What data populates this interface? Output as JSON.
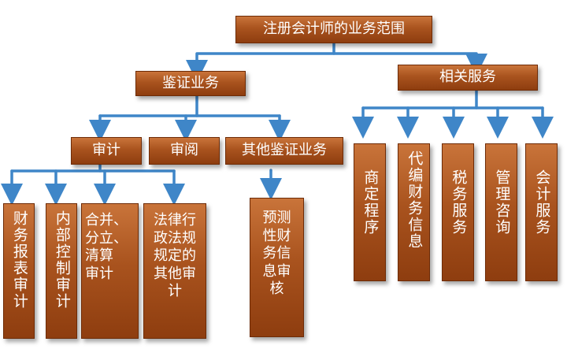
{
  "diagram": {
    "root": "注册会计师的业务范围",
    "branches": {
      "assurance": "鉴证业务",
      "related": "相关服务"
    },
    "assurance_children": {
      "audit": "审计",
      "review": "审阅",
      "other": "其他鉴证业务"
    },
    "audit_children": {
      "financial": "财务报表审计",
      "internal": "内部控制审计",
      "merger": "合并、\n分立、\n清算\n审计",
      "legal": "法律行\n政法规\n规定的\n其他审\n计"
    },
    "other_children": {
      "forecast": "预测\n性财\n务信\n息审\n核"
    },
    "related_children": {
      "agreed": "商定程序",
      "compile": "代编财务信息",
      "tax": "税务服务",
      "consult": "管理咨询",
      "accounting": "会计服务"
    },
    "colors": {
      "box": "#a9531e",
      "arrow": "#3f86c8",
      "text": "#ffffff"
    }
  }
}
